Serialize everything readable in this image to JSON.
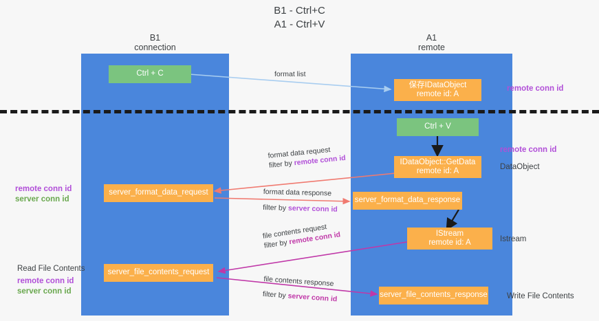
{
  "title": {
    "line1": "B1 - Ctrl+C",
    "line2": "A1 - Ctrl+V"
  },
  "lanes": [
    {
      "id": "b1",
      "name": "B1",
      "sub": "connection"
    },
    {
      "id": "a1",
      "name": "A1",
      "sub": "remote"
    }
  ],
  "colors": {
    "lane": "#4a86dc",
    "node_green": "#7bc47f",
    "node_orange": "#fbb04b",
    "remote_conn_id": "#b14fd8",
    "server_conn_id": "#6aa84f",
    "arrow_blue": "#a8cdf0",
    "arrow_red": "#f07a70",
    "arrow_pink": "#c038a8",
    "arrow_black": "#1a1a1a",
    "divider": "#1a1a1a"
  },
  "nodes": {
    "ctrl_c": {
      "label": "Ctrl + C"
    },
    "save_dataobj": {
      "line1": "保存IDataObject",
      "line2": "remote id: A"
    },
    "ctrl_v": {
      "label": "Ctrl + V"
    },
    "getdata": {
      "line1": "IDataObject::GetData",
      "line2": "remote id: A"
    },
    "fmt_request": {
      "label": "server_format_data_request"
    },
    "fmt_response": {
      "label": "server_format_data_response"
    },
    "istream": {
      "line1": "IStream",
      "line2": "remote id: A"
    },
    "file_request": {
      "label": "server_file_contents_request"
    },
    "file_response": {
      "label": "server_file_contents_response"
    }
  },
  "right_notes": {
    "remote_conn_id_top": "remote conn id",
    "remote_conn_id_mid": "remote conn id",
    "dataobject": "DataObject",
    "istream": "Istream",
    "write_file_contents": "Write File Contents"
  },
  "left_notes": {
    "remote_conn_id": "remote conn id",
    "server_conn_id": "server conn id",
    "read_file_contents": "Read File Contents",
    "remote_conn_id_2": "remote conn id",
    "server_conn_id_2": "server conn id"
  },
  "edge_labels": {
    "format_list": "format list",
    "format_data_request": "format data request",
    "format_data_request_filter_prefix": "filter by ",
    "format_data_request_filter_key": "remote conn id",
    "format_data_response": "format data response",
    "format_data_response_filter_prefix": "filter by ",
    "format_data_response_filter_key": "server conn id",
    "file_contents_request": "file contents request",
    "file_contents_request_filter_prefix": "filter by ",
    "file_contents_request_filter_key": "remote conn id",
    "file_contents_response": "file contents response",
    "file_contents_response_filter_prefix": "filter by ",
    "file_contents_response_filter_key": "server conn id"
  }
}
